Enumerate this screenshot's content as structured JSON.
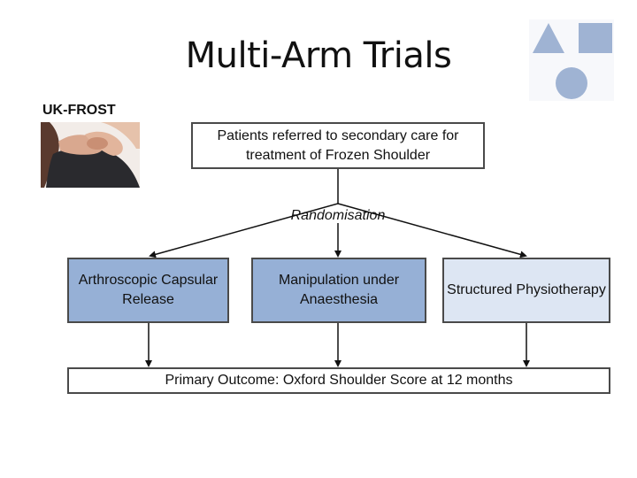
{
  "slide": {
    "title": "Multi-Arm Trials",
    "trial_name": "UK-FROST"
  },
  "flowchart": {
    "population": "Patients referred to secondary care for treatment of Frozen Shoulder",
    "randomisation": "Randomisation",
    "arms": [
      {
        "label": "Arthroscopic Capsular Release",
        "fill": "#96b0d6"
      },
      {
        "label": "Manipulation under Anaesthesia",
        "fill": "#96b0d6"
      },
      {
        "label": "Structured Physiotherapy",
        "fill": "#dde6f3"
      }
    ],
    "outcome": "Primary Outcome: Oxford Shoulder Score at 12 months"
  },
  "colors": {
    "logo_shapes": "#9fb3d3",
    "arm_dark": "#96b0d6",
    "arm_light": "#dde6f3",
    "border": "#4a4a4a"
  },
  "icons": {
    "logo": "triangle-square-circle-logo",
    "photo": "shoulder-pain-photo"
  }
}
